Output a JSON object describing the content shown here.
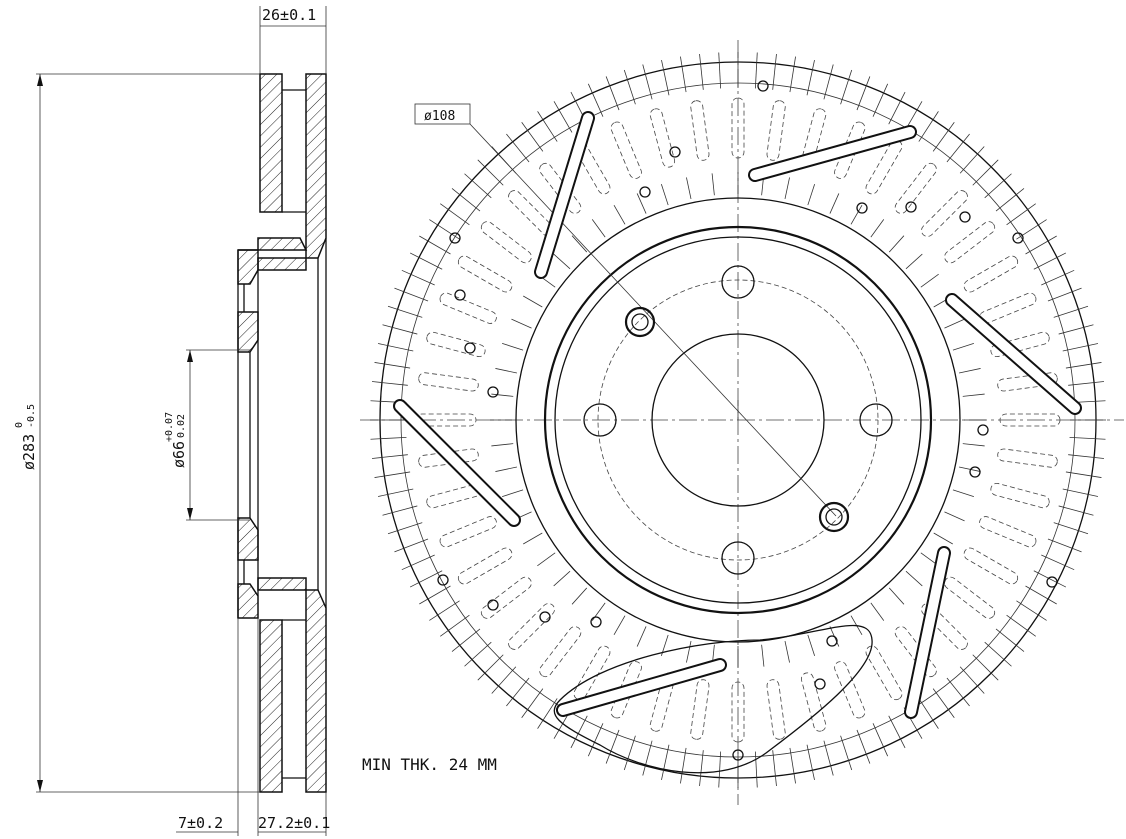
{
  "drawing": {
    "dimensions": {
      "thickness_top": "26±0.1",
      "outer_diameter": "ø283",
      "outer_diameter_tol_upper": "0",
      "outer_diameter_tol_lower": "-0.5",
      "bore_diameter": "ø66",
      "bore_tol_upper": "+0.07",
      "bore_tol_lower": "0.02",
      "hat_offset": "7±0.2",
      "overall_height": "27.2±0.1",
      "bolt_circle": "ø108"
    },
    "note": "MIN THK. 24 MM"
  }
}
